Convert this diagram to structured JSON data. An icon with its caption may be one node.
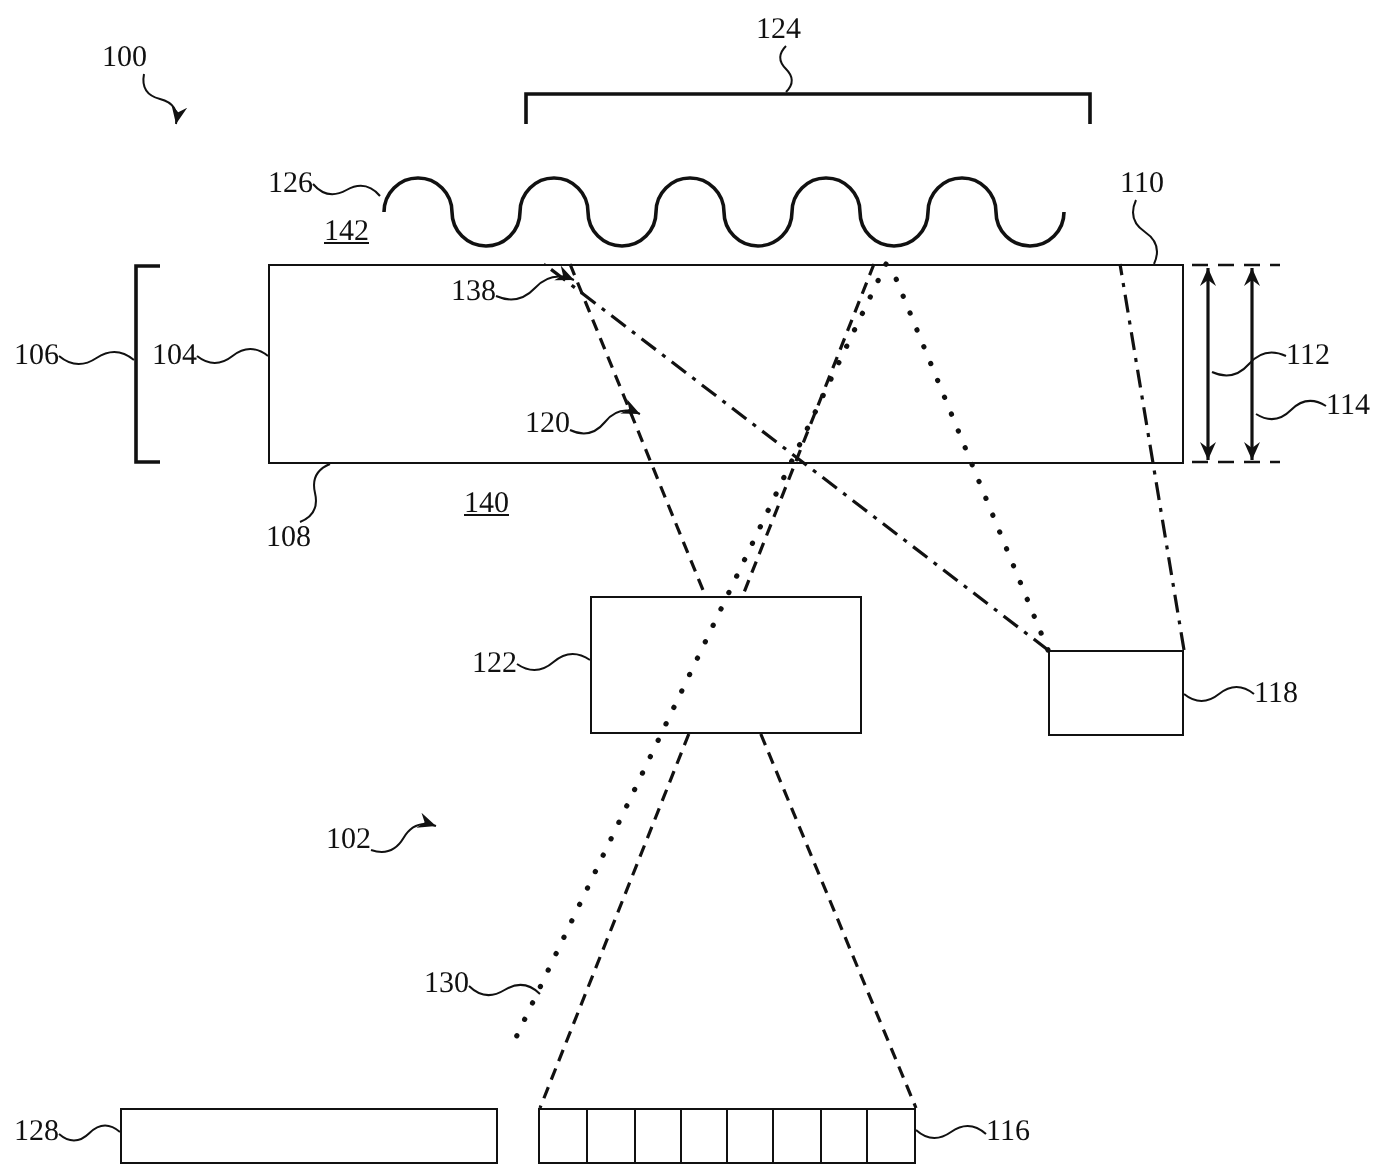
{
  "diagram": {
    "nodes": [
      {
        "text": [
          "100"
        ]
      },
      {
        "text": [
          "124"
        ]
      },
      {
        "text": [],
        "shape": "bracket"
      },
      {
        "text": [
          "126"
        ]
      },
      {
        "text": [],
        "shape": "wave"
      },
      {
        "text": [
          "110"
        ]
      },
      {
        "text": [
          "106"
        ]
      },
      {
        "text": [],
        "shape": "bracket"
      },
      {
        "text": [
          "104"
        ]
      },
      {
        "text": [],
        "shape": "box"
      },
      {
        "text": [
          "138"
        ],
        "in": 9
      },
      {
        "text": [
          "120"
        ],
        "in": 9
      },
      {
        "text": [
          "112"
        ]
      },
      {
        "text": [
          "114"
        ]
      },
      {
        "text": [
          "108"
        ]
      },
      {
        "text": [
          "122"
        ]
      },
      {
        "text": [],
        "shape": "box"
      },
      {
        "text": [
          "118"
        ]
      },
      {
        "text": [],
        "shape": "box"
      },
      {
        "text": [
          "102"
        ]
      },
      {
        "text": [
          "130"
        ]
      },
      {
        "text": [
          "128"
        ]
      },
      {
        "text": [],
        "shape": "box"
      },
      {
        "text": [],
        "shape": "box"
      },
      {
        "text": [
          "116"
        ]
      }
    ],
    "edges": [
      {
        "from": 0,
        "to": null,
        "arrow": "to"
      },
      {
        "from": 1,
        "to": 2,
        "arrow": "none"
      },
      {
        "from": 3,
        "to": 4,
        "arrow": "none"
      },
      {
        "from": 5,
        "to": 9,
        "arrow": "none"
      },
      {
        "from": 6,
        "to": 7,
        "arrow": "none"
      },
      {
        "from": 8,
        "to": 9,
        "arrow": "none"
      },
      {
        "from": 10,
        "to": null,
        "arrow": "to"
      },
      {
        "from": 11,
        "to": null,
        "arrow": "to"
      },
      {
        "from": 12,
        "to": null,
        "arrow": "none"
      },
      {
        "from": 13,
        "to": null,
        "arrow": "none"
      },
      {
        "from": 14,
        "to": 9,
        "arrow": "none"
      },
      {
        "from": 15,
        "to": 16,
        "arrow": "none"
      },
      {
        "from": 17,
        "to": 18,
        "arrow": "none"
      },
      {
        "from": 19,
        "to": null,
        "arrow": "to"
      },
      {
        "from": 20,
        "to": null,
        "arrow": "none"
      },
      {
        "from": 21,
        "to": 22,
        "arrow": "none"
      },
      {
        "from": 24,
        "to": 23,
        "arrow": "none"
      },
      {
        "from": 18,
        "to": 9,
        "arrow": "none",
        "style": "dashed"
      },
      {
        "from": 18,
        "to": 9,
        "arrow": "none",
        "style": "dashed"
      },
      {
        "from": 18,
        "to": 9,
        "arrow": "none",
        "style": "dashed"
      },
      {
        "from": 9,
        "to": 16,
        "arrow": "none",
        "style": "dashed"
      },
      {
        "from": 9,
        "to": 16,
        "arrow": "none",
        "style": "dashed"
      },
      {
        "from": 9,
        "to": null,
        "arrow": "none",
        "style": "dashed"
      },
      {
        "from": 16,
        "to": 23,
        "arrow": "none",
        "style": "dashed"
      },
      {
        "from": 16,
        "to": 23,
        "arrow": "none",
        "style": "dashed"
      }
    ],
    "labels": [
      "142",
      "140"
    ]
  }
}
